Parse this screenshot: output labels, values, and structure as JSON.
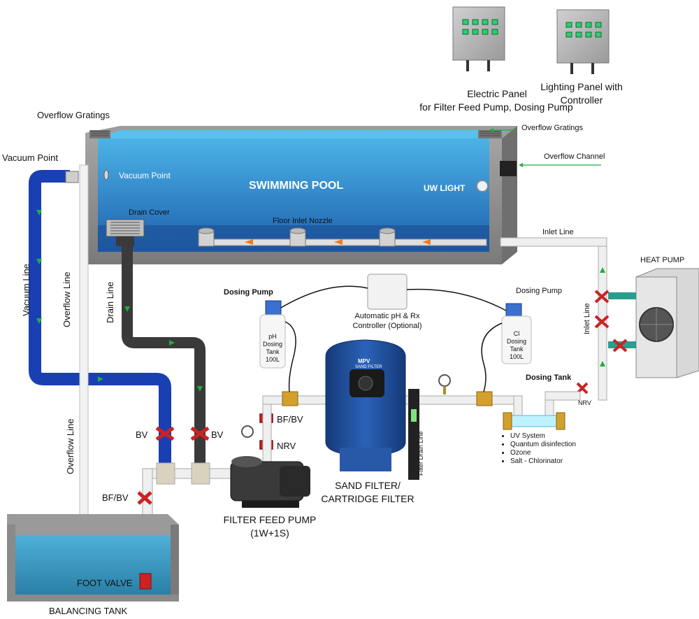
{
  "labels": {
    "pool_title": "SWIMMING POOL",
    "uw_light": "UW LIGHT",
    "vacuum_point_inside": "Vacuum Point",
    "vacuum_point_outside": "Vacuum Point",
    "drain_cover": "Drain Cover",
    "floor_inlet_nozzle": "Floor Inlet Nozzle",
    "overflow_gratings_left": "Overflow Gratings",
    "overflow_gratings_right": "Overflow Gratings",
    "overflow_channel": "Overflow Channel",
    "electric_panel_line1": "Electric Panel",
    "electric_panel_line2": "for Filter Feed Pump, Dosing Pump",
    "lighting_panel_line1": "Lighting Panel with",
    "lighting_panel_line2": "Controller",
    "inlet_line_top": "Inlet Line",
    "inlet_line_vertical": "Inlet Line",
    "heat_pump": "HEAT PUMP",
    "vacuum_line": "Vacuum Line",
    "overflow_line_upper": "Overflow Line",
    "overflow_line_lower": "Overflow Line",
    "drain_line": "Drain Line",
    "dosing_pump_left": "Dosing Pump",
    "dosing_pump_right": "Dosing Pump",
    "controller_line1": "Automatic pH & Rx",
    "controller_line2": "Controller (Optional)",
    "ph_tank_line1": "pH",
    "ph_tank_line2": "Dosing",
    "ph_tank_line3": "Tank",
    "ph_tank_line4": "100L",
    "cl_tank_line1": "Cl",
    "cl_tank_line2": "Dosing",
    "cl_tank_line3": "Tank",
    "cl_tank_line4": "100L",
    "dosing_tank": "Dosing Tank",
    "nrv_right": "NRV",
    "bv_left": "BV",
    "bv_right": "BV",
    "bf_bv_pump": "BF/BV",
    "nrv_pump": "NRV",
    "bf_bv_tank": "BF/BV",
    "filter_drain_line": "Filter Drain Line",
    "filter_feed_pump_line1": "FILTER FEED PUMP",
    "filter_feed_pump_line2": "(1W+1S)",
    "sand_filter_line1": "SAND FILTER/",
    "sand_filter_line2": "CARTRIDGE FILTER",
    "mpv_label": "MPV",
    "sand_filter_small": "SAND FILTER",
    "foot_valve": "FOOT VALVE",
    "balancing_tank": "BALANCING TANK"
  },
  "treatment_options": [
    "UV System",
    "Quantum disinfection",
    "Ozone",
    "Salt - Chlorinator"
  ],
  "colors": {
    "vacuum_line": "#1a3fb3",
    "drain_line": "#3a3a3a",
    "white_pipe": "#e8e8e8",
    "pool_water": "#2a86c8",
    "concrete": "#8f8f8f",
    "filter_tank": "#1e4f9c",
    "flow_arrow_green": "#1fae3c",
    "flow_arrow_orange": "#f07a1a",
    "valve_red": "#cc2222",
    "panel_led": "#2ecc71"
  },
  "icons": [
    "valve-icon",
    "pressure-gauge-icon",
    "pump-icon",
    "nozzle-icon",
    "light-icon",
    "fan-icon"
  ]
}
